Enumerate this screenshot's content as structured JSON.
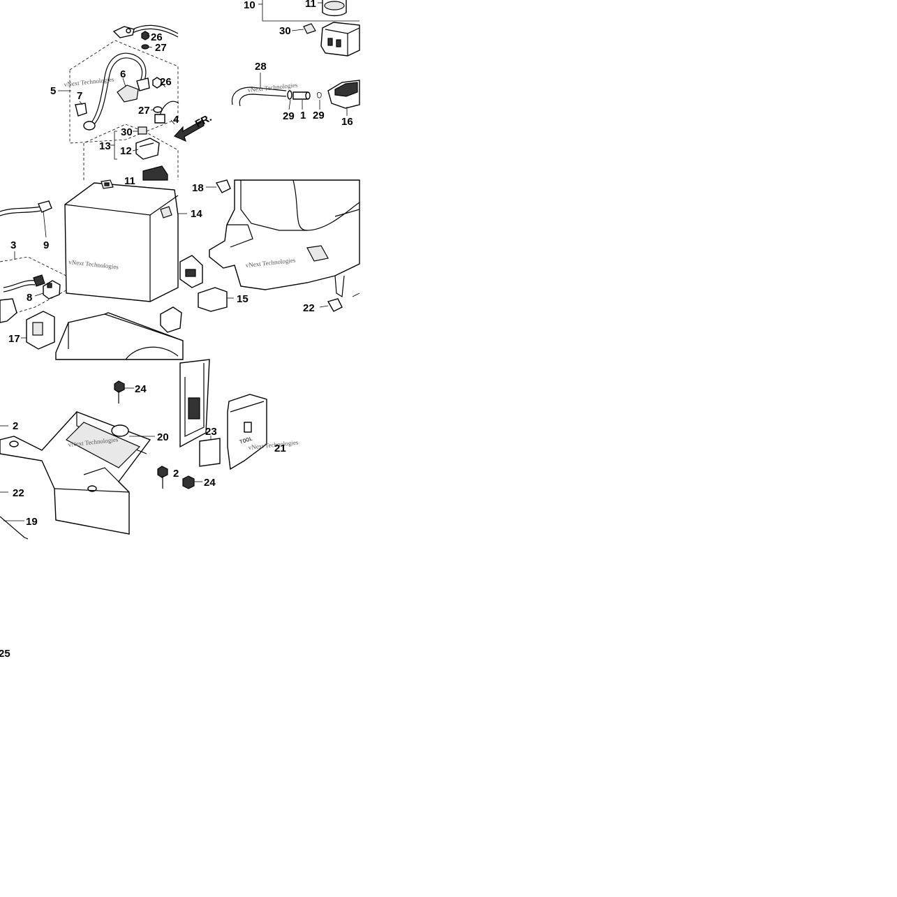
{
  "diagram": {
    "callouts": {
      "c1": "1",
      "c2a": "2",
      "c2b": "2",
      "c3": "3",
      "c4": "4",
      "c5": "5",
      "c6": "6",
      "c7": "7",
      "c8": "8",
      "c9": "9",
      "c10": "10",
      "c11a": "11",
      "c11b": "11",
      "c12": "12",
      "c13": "13",
      "c14": "14",
      "c15": "15",
      "c16": "16",
      "c17": "17",
      "c18": "18",
      "c19": "19",
      "c20": "20",
      "c21": "21",
      "c22a": "22",
      "c22b": "22",
      "c23": "23",
      "c24a": "24",
      "c24b": "24",
      "c25": "25",
      "c26a": "26",
      "c26b": "26",
      "c27a": "27",
      "c27b": "27",
      "c28": "28",
      "c29a": "29",
      "c29b": "29",
      "c30a": "30",
      "c30b": "30"
    },
    "direction_label": "FR.",
    "tool_label": "TOOL",
    "watermark": "vNext Technologies"
  }
}
